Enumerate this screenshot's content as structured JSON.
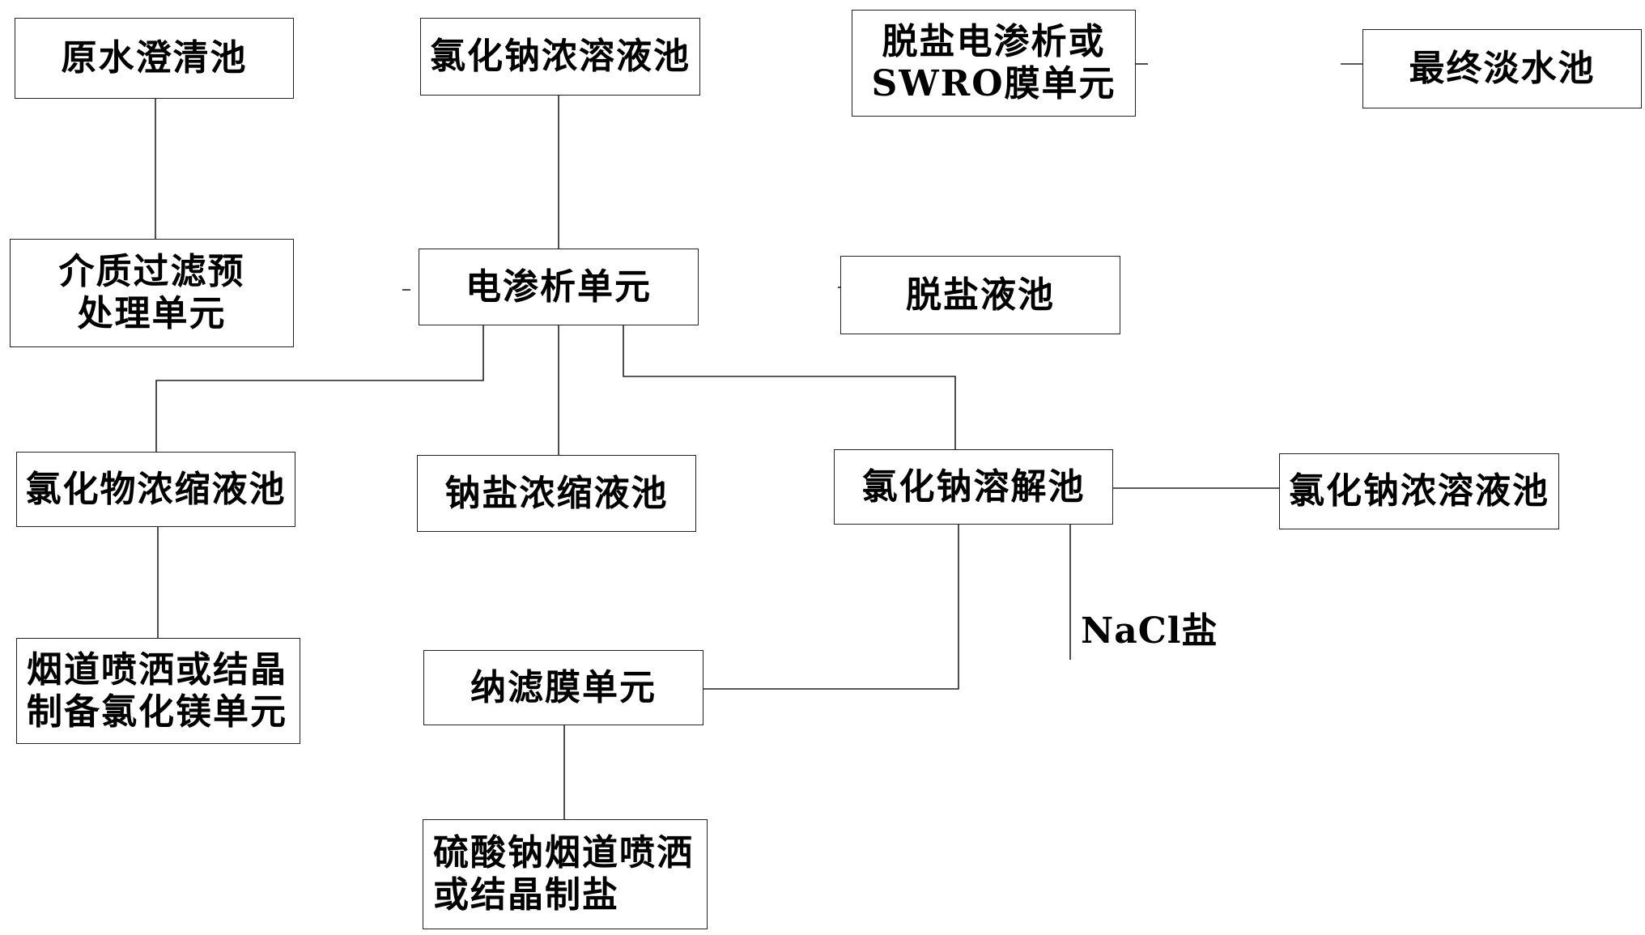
{
  "diagram": {
    "nodes": {
      "raw_water_clarifier": "原水澄清池",
      "nacl_brine_tank_top": "氯化钠浓溶液池",
      "desalination_ed_swro": "脱盐电渗析或\nSWRO膜单元",
      "final_fresh_water_tank": "最终淡水池",
      "media_filter_pretreatment": "介质过滤预\n处理单元",
      "electrodialysis_unit": "电渗析单元",
      "desalted_liquid_tank": "脱盐液池",
      "chloride_concentrate_tank": "氯化物浓缩液池",
      "sodium_salt_concentrate_tank": "钠盐浓缩液池",
      "nacl_dissolving_tank": "氯化钠溶解池",
      "nacl_brine_tank_right": "氯化钠浓溶液池",
      "flue_spray_mgcl2_unit": "烟道喷洒或结晶\n制备氯化镁单元",
      "nanofiltration_unit": "纳滤膜单元",
      "sodium_sulfate_salt_unit": "硫酸钠烟道喷洒\n或结晶制盐"
    },
    "nacl_salt_label": "NaCl盐"
  }
}
